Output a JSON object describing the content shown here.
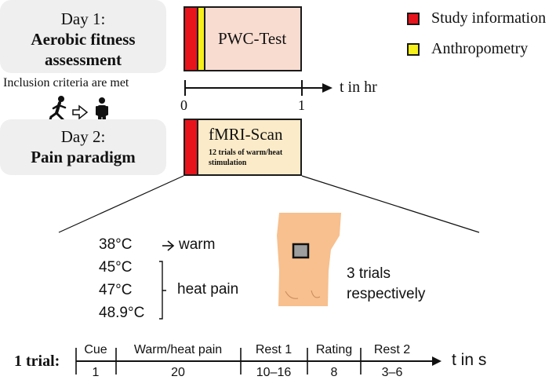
{
  "day1": {
    "title": "Day 1:",
    "subtitle": "Aerobic fitness assessment",
    "subtitle_line1": "Aerobic fitness",
    "subtitle_line2": "assessment"
  },
  "inclusion_text": "Inclusion criteria are met",
  "day2": {
    "title": "Day 2:",
    "subtitle": "Pain paradigm"
  },
  "pwc_block": {
    "label": "PWC-Test"
  },
  "fmri_block": {
    "label": "fMRI-Scan",
    "sublabel_line1": "12 trials of warm/heat",
    "sublabel_line2": "stimulation"
  },
  "legend": [
    {
      "label": "Study information",
      "color": "#e8141c"
    },
    {
      "label": "Anthropometry",
      "color": "#f5ef1a"
    }
  ],
  "hour_axis": {
    "label": "t in hr",
    "ticks": [
      "0",
      "1"
    ]
  },
  "temperatures": {
    "warm": {
      "temp": "38°C",
      "label": "warm"
    },
    "heat": {
      "temps": [
        "45°C",
        "47°C",
        "48.9°C"
      ],
      "label": "heat pain"
    }
  },
  "trials_text": {
    "line1": "3 trials",
    "line2": "respectively"
  },
  "trial_timeline": {
    "title": "1 trial:",
    "axis_label": "t in s",
    "phases": [
      {
        "name": "Cue",
        "duration": "1"
      },
      {
        "name": "Warm/heat pain",
        "duration": "20"
      },
      {
        "name": "Rest 1",
        "duration": "10–16"
      },
      {
        "name": "Rating",
        "duration": "8"
      },
      {
        "name": "Rest 2",
        "duration": "3–6"
      }
    ]
  },
  "colors": {
    "red": "#e8141c",
    "yellow": "#f5ef1a",
    "pwc_fill": "#f9dcd0",
    "fmri_fill": "#fbebc8",
    "skin": "#f7c08e",
    "gray_box": "#efefef"
  },
  "icons": [
    "runner-icon",
    "arrow-right-icon",
    "person-standing-icon"
  ]
}
